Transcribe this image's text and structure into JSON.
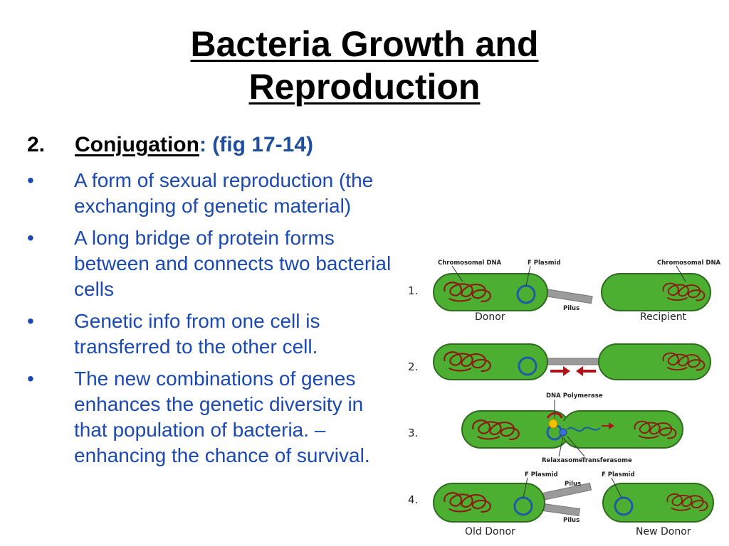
{
  "slide": {
    "title_line1": "Bacteria Growth and",
    "title_line2": "Reproduction",
    "heading_number": "2.",
    "heading_term": "Conjugation",
    "heading_fig": ":  (fig 17-14)",
    "bullet_symbol": "•",
    "bullets": [
      "A form of sexual reproduction (the exchanging of genetic material)",
      "A long bridge of protein forms between and connects two bacterial cells",
      "Genetic info from one cell is transferred to the other cell.",
      "The new combinations of genes enhances the genetic diversity in that population of bacteria. –enhancing the chance of survival."
    ]
  },
  "diagram": {
    "steps": [
      "1.",
      "2.",
      "3.",
      "4."
    ],
    "labels": {
      "chromosomal_dna_left": "Chromosomal DNA",
      "f_plasmid_1": "F Plasmid",
      "chromosomal_dna_right": "Chromosomal DNA",
      "pilus_1": "Pilus",
      "donor": "Donor",
      "recipient": "Recipient",
      "dna_polymerase": "DNA Polymerase",
      "relaxasome": "Relaxasome",
      "transferasome": "Transferasome",
      "f_plasmid_4a": "F Plasmid",
      "f_plasmid_4b": "F Plasmid",
      "pilus_4a": "Pilus",
      "pilus_4b": "Pilus",
      "old_donor": "Old Donor",
      "new_donor": "New Donor"
    },
    "colors": {
      "cell_fill": "#4caf32",
      "cell_stroke": "#2e6b1f",
      "chromosome": "#8b1a12",
      "plasmid": "#1f5aa6",
      "pilus": "#9a9a9a",
      "arrow": "#b0141a"
    }
  }
}
